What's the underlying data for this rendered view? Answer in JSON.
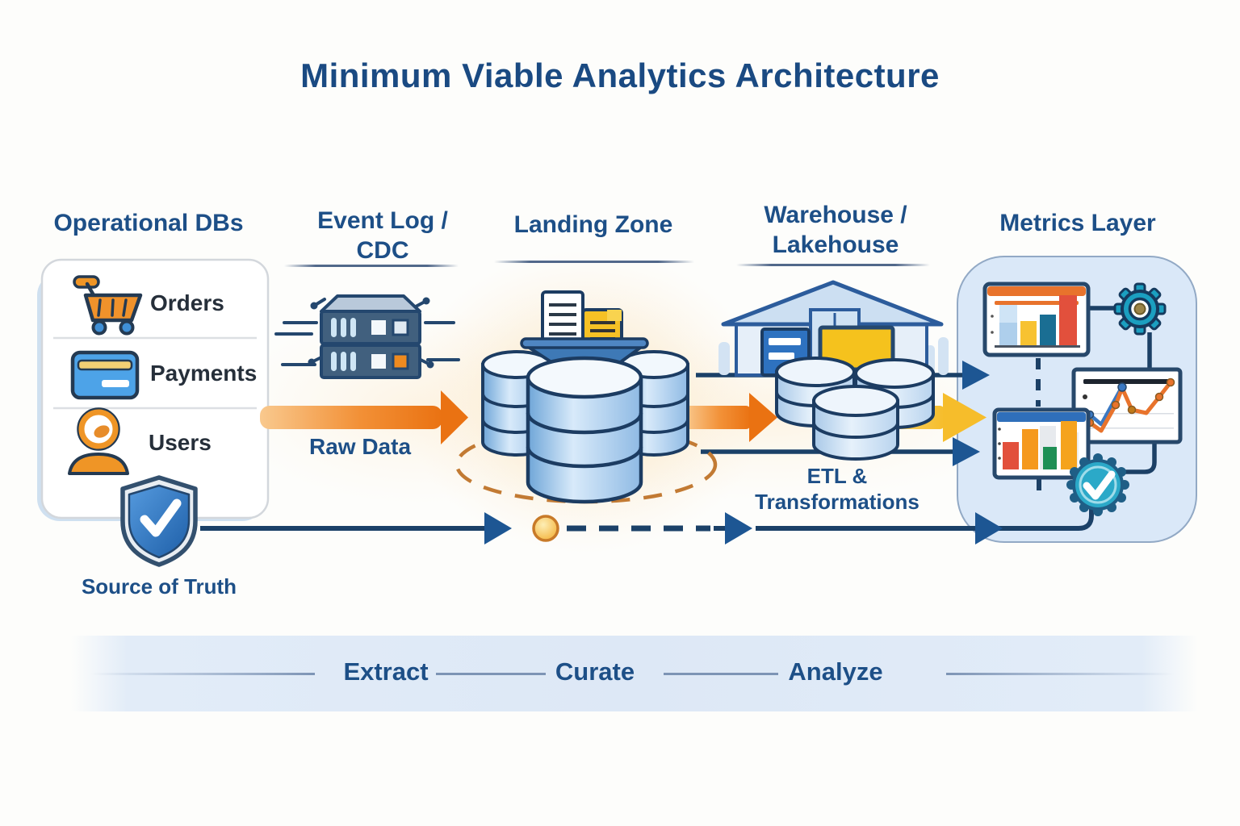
{
  "title": "Minimum Viable Analytics Architecture",
  "columns": {
    "operational": {
      "line1": "Operational DBs"
    },
    "event_log": {
      "line1": "Event Log /",
      "line2": "CDC"
    },
    "landing": {
      "line1": "Landing Zone"
    },
    "warehouse": {
      "line1": "Warehouse /",
      "line2": "Lakehouse"
    },
    "metrics": {
      "line1": "Metrics Layer"
    }
  },
  "operational_dbs": {
    "rows": [
      {
        "icon": "shopping-cart-icon",
        "label": "Orders"
      },
      {
        "icon": "credit-card-icon",
        "label": "Payments"
      },
      {
        "icon": "user-icon",
        "label": "Users"
      }
    ],
    "badge": {
      "icon": "shield-check-icon",
      "label": "Source of Truth"
    }
  },
  "flows": {
    "raw_data_label": "Raw Data",
    "etl_line1": "ETL &",
    "etl_line2": "Transformations"
  },
  "stage_band": {
    "stages": [
      {
        "label": "Extract"
      },
      {
        "label": "Curate"
      },
      {
        "label": "Analyze"
      }
    ]
  },
  "icons": [
    "shopping-cart-icon",
    "credit-card-icon",
    "user-icon",
    "shield-check-icon",
    "server-icon",
    "funnel-icon",
    "document-icon",
    "folder-icon",
    "database-cylinder-icon",
    "warehouse-icon",
    "bar-chart-dashboard-icon",
    "line-chart-dashboard-icon",
    "gear-icon",
    "check-badge-icon",
    "flow-dot-icon",
    "arrow-right-icon"
  ],
  "colors": {
    "heading_blue": "#1d4f87",
    "navy_line": "#1c4066",
    "arrow_orange": "#ee7d1f",
    "arrow_yellow": "#f6bd2b",
    "cylinder_blue": "#7fb0de",
    "teal_accent": "#1b9fc0",
    "metrics_panel_bg": "#d9e8f8",
    "stage_band_bg": "#dde8f6",
    "glow_cream": "#fbe0ae",
    "card_red": "#e2503c",
    "card_teal": "#1a6e93",
    "card_green": "#1e8f55",
    "card_orange": "#f5991d"
  }
}
